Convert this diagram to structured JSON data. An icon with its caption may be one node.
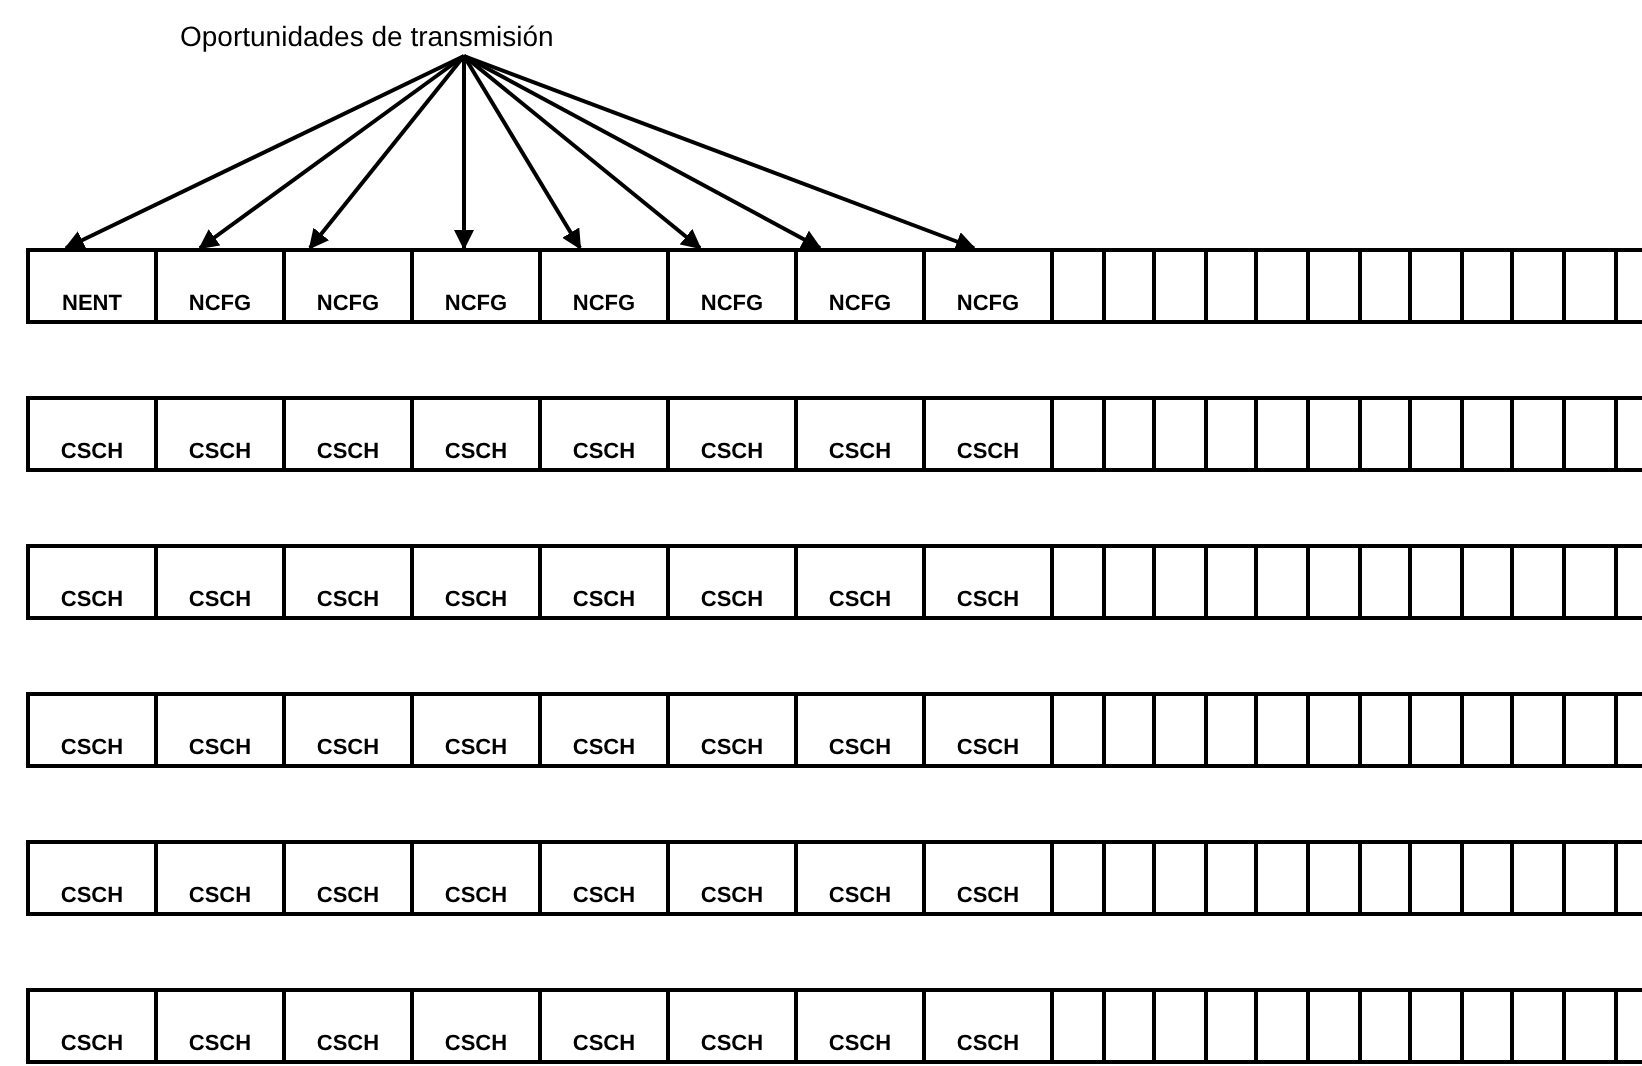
{
  "diagram": {
    "nodes": [
      {
        "text": [
          "Oportunidades de transmisión"
        ]
      },
      {
        "text": [
          "NENT"
        ]
      },
      {
        "text": [
          "NCFG"
        ]
      },
      {
        "text": [
          "NCFG"
        ]
      },
      {
        "text": [
          "NCFG"
        ]
      },
      {
        "text": [
          "NCFG"
        ]
      },
      {
        "text": [
          "NCFG"
        ]
      },
      {
        "text": [
          "NCFG"
        ]
      },
      {
        "text": [
          "NCFG"
        ]
      },
      {
        "text": [],
        "shape": "box"
      },
      {
        "text": [],
        "shape": "box"
      },
      {
        "text": [],
        "shape": "box"
      },
      {
        "text": [],
        "shape": "box"
      },
      {
        "text": [],
        "shape": "box"
      },
      {
        "text": [],
        "shape": "box"
      },
      {
        "text": [],
        "shape": "box"
      },
      {
        "text": [],
        "shape": "box"
      },
      {
        "text": [],
        "shape": "box"
      },
      {
        "text": [],
        "shape": "box"
      },
      {
        "text": [],
        "shape": "box"
      },
      {
        "text": [],
        "shape": "box"
      },
      {
        "text": [
          "CSCH"
        ]
      },
      {
        "text": [
          "CSCH"
        ]
      },
      {
        "text": [
          "CSCH"
        ]
      },
      {
        "text": [
          "CSCH"
        ]
      },
      {
        "text": [
          "CSCH"
        ]
      },
      {
        "text": [
          "CSCH"
        ]
      },
      {
        "text": [
          "CSCH"
        ]
      },
      {
        "text": [
          "CSCH"
        ]
      },
      {
        "text": [],
        "shape": "box"
      },
      {
        "text": [],
        "shape": "box"
      },
      {
        "text": [],
        "shape": "box"
      },
      {
        "text": [],
        "shape": "box"
      },
      {
        "text": [],
        "shape": "box"
      },
      {
        "text": [],
        "shape": "box"
      },
      {
        "text": [],
        "shape": "box"
      },
      {
        "text": [],
        "shape": "box"
      },
      {
        "text": [],
        "shape": "box"
      },
      {
        "text": [],
        "shape": "box"
      },
      {
        "text": [],
        "shape": "box"
      },
      {
        "text": [],
        "shape": "box"
      },
      {
        "text": [
          "CSCH"
        ]
      },
      {
        "text": [
          "CSCH"
        ]
      },
      {
        "text": [
          "CSCH"
        ]
      },
      {
        "text": [
          "CSCH"
        ]
      },
      {
        "text": [
          "CSCH"
        ]
      },
      {
        "text": [
          "CSCH"
        ]
      },
      {
        "text": [
          "CSCH"
        ]
      },
      {
        "text": [
          "CSCH"
        ]
      },
      {
        "text": [],
        "shape": "box"
      },
      {
        "text": [],
        "shape": "box"
      },
      {
        "text": [],
        "shape": "box"
      },
      {
        "text": [],
        "shape": "box"
      },
      {
        "text": [],
        "shape": "box"
      },
      {
        "text": [],
        "shape": "box"
      },
      {
        "text": [],
        "shape": "box"
      },
      {
        "text": [],
        "shape": "box"
      },
      {
        "text": [],
        "shape": "box"
      },
      {
        "text": [],
        "shape": "box"
      },
      {
        "text": [],
        "shape": "box"
      },
      {
        "text": [],
        "shape": "box"
      },
      {
        "text": [
          "CSCH"
        ]
      },
      {
        "text": [
          "CSCH"
        ]
      },
      {
        "text": [
          "CSCH"
        ]
      },
      {
        "text": [
          "CSCH"
        ]
      },
      {
        "text": [
          "CSCH"
        ]
      },
      {
        "text": [
          "CSCH"
        ]
      },
      {
        "text": [
          "CSCH"
        ]
      },
      {
        "text": [
          "CSCH"
        ]
      },
      {
        "text": [],
        "shape": "box"
      },
      {
        "text": [],
        "shape": "box"
      },
      {
        "text": [],
        "shape": "box"
      },
      {
        "text": [],
        "shape": "box"
      },
      {
        "text": [],
        "shape": "box"
      },
      {
        "text": [],
        "shape": "box"
      },
      {
        "text": [],
        "shape": "box"
      },
      {
        "text": [],
        "shape": "box"
      },
      {
        "text": [],
        "shape": "box"
      },
      {
        "text": [],
        "shape": "box"
      },
      {
        "text": [],
        "shape": "box"
      },
      {
        "text": [],
        "shape": "box"
      },
      {
        "text": [
          "CSCH"
        ]
      },
      {
        "text": [
          "CSCH"
        ]
      },
      {
        "text": [
          "CSCH"
        ]
      },
      {
        "text": [
          "CSCH"
        ]
      },
      {
        "text": [
          "CSCH"
        ]
      },
      {
        "text": [
          "CSCH"
        ]
      },
      {
        "text": [
          "CSCH"
        ]
      },
      {
        "text": [
          "CSCH"
        ]
      },
      {
        "text": [],
        "shape": "box"
      },
      {
        "text": [],
        "shape": "box"
      },
      {
        "text": [],
        "shape": "box"
      },
      {
        "text": [],
        "shape": "box"
      },
      {
        "text": [],
        "shape": "box"
      },
      {
        "text": [],
        "shape": "box"
      },
      {
        "text": [],
        "shape": "box"
      },
      {
        "text": [],
        "shape": "box"
      },
      {
        "text": [],
        "shape": "box"
      },
      {
        "text": [],
        "shape": "box"
      },
      {
        "text": [],
        "shape": "box"
      },
      {
        "text": [],
        "shape": "box"
      },
      {
        "text": [
          "CSCH"
        ]
      },
      {
        "text": [
          "CSCH"
        ]
      },
      {
        "text": [
          "CSCH"
        ]
      },
      {
        "text": [
          "CSCH"
        ]
      },
      {
        "text": [
          "CSCH"
        ]
      },
      {
        "text": [
          "CSCH"
        ]
      },
      {
        "text": [
          "CSCH"
        ]
      },
      {
        "text": [
          "CSCH"
        ]
      },
      {
        "text": [],
        "shape": "box"
      },
      {
        "text": [],
        "shape": "box"
      },
      {
        "text": [],
        "shape": "box"
      },
      {
        "text": [],
        "shape": "box"
      },
      {
        "text": [],
        "shape": "box"
      },
      {
        "text": [],
        "shape": "box"
      },
      {
        "text": [],
        "shape": "box"
      },
      {
        "text": [],
        "shape": "box"
      },
      {
        "text": [],
        "shape": "box"
      },
      {
        "text": [],
        "shape": "box"
      },
      {
        "text": [],
        "shape": "box"
      },
      {
        "text": [],
        "shape": "box"
      }
    ],
    "edges": [
      {
        "from": 0,
        "to": 1,
        "arrow": "to"
      },
      {
        "from": 0,
        "to": 2,
        "arrow": "to"
      },
      {
        "from": 0,
        "to": 3,
        "arrow": "to"
      },
      {
        "from": 0,
        "to": 4,
        "arrow": "to"
      },
      {
        "from": 0,
        "to": 5,
        "arrow": "to"
      },
      {
        "from": 0,
        "to": 6,
        "arrow": "to"
      },
      {
        "from": 0,
        "to": 7,
        "arrow": "to"
      },
      {
        "from": 0,
        "to": 8,
        "arrow": "to"
      }
    ]
  }
}
